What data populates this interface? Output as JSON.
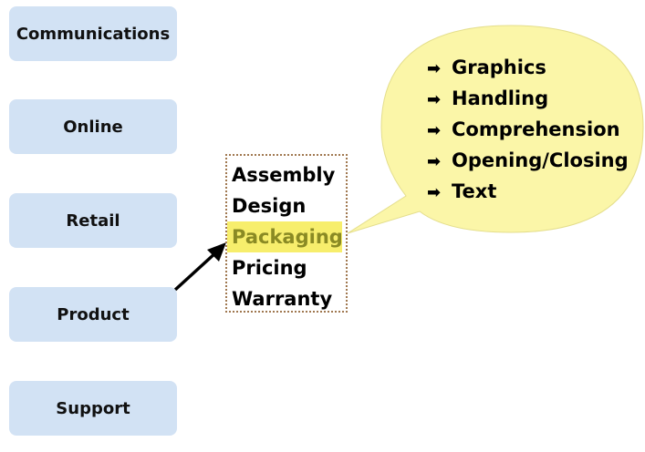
{
  "categories": [
    {
      "label": "Communications"
    },
    {
      "label": "Online"
    },
    {
      "label": "Retail"
    },
    {
      "label": "Product"
    },
    {
      "label": "Support"
    }
  ],
  "detail_list": {
    "items": [
      {
        "label": "Assembly"
      },
      {
        "label": "Design"
      },
      {
        "label": "Packaging",
        "highlighted": true
      },
      {
        "label": "Pricing"
      },
      {
        "label": "Warranty"
      }
    ]
  },
  "bubble": {
    "bullet_icon": "arrow-right-icon",
    "bullet_glyph": "➡",
    "items": [
      {
        "label": "Graphics"
      },
      {
        "label": "Handling"
      },
      {
        "label": "Comprehension"
      },
      {
        "label": "Opening/Closing"
      },
      {
        "label": "Text"
      }
    ]
  },
  "colors": {
    "category_box": "#d2e2f4",
    "bubble_fill": "#fbf6a8",
    "highlight": "#f7ee6c",
    "highlight_text": "#8a8a24",
    "dotted_border": "#a07850"
  }
}
